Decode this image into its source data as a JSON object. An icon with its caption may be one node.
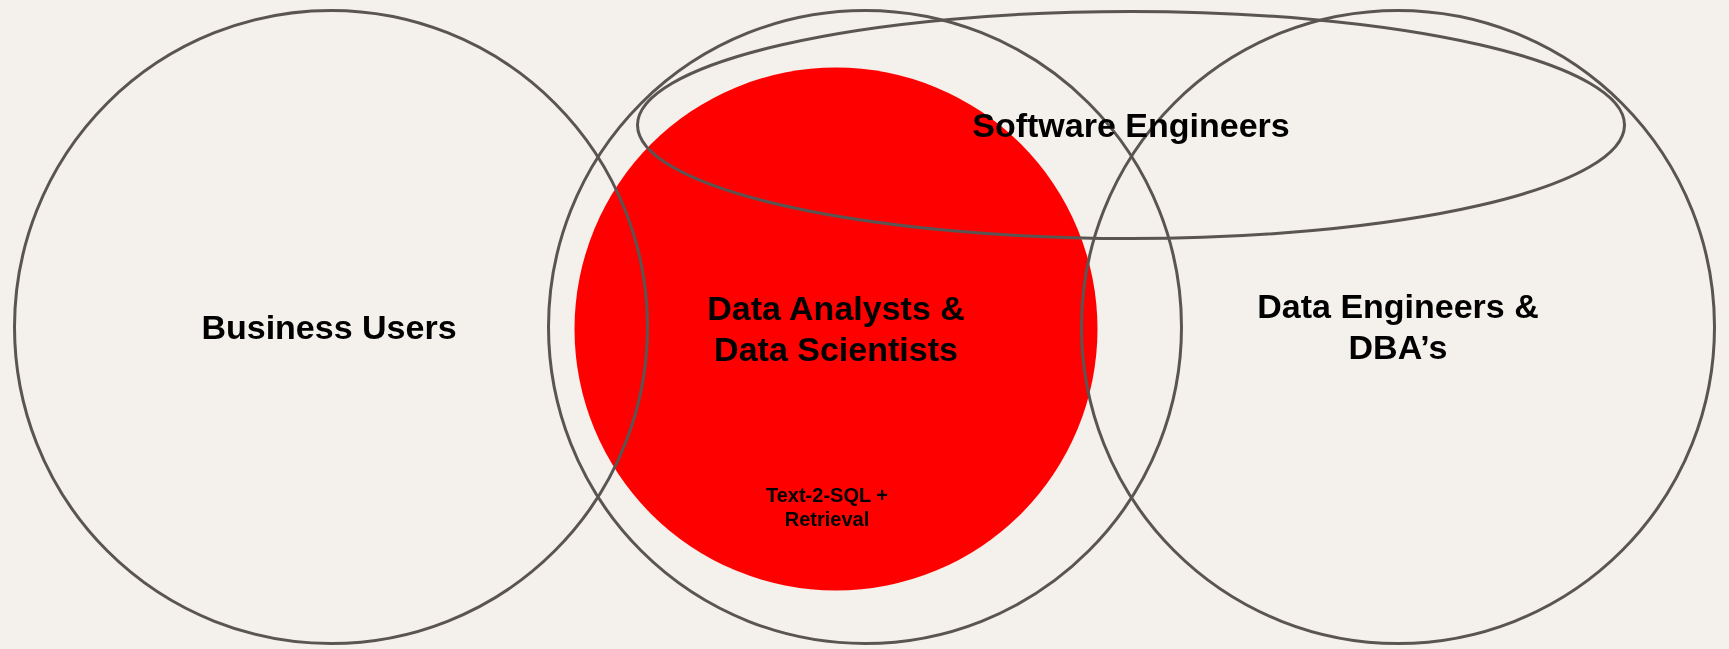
{
  "diagram": {
    "nodes": [
      {
        "text": [
          "Business Users"
        ]
      },
      {
        "text": [],
        "shape": "circle"
      },
      {
        "text": [
          "Data Analysts & Data Scientists",
          "Text-2-SQL + Retrieval"
        ],
        "in": 1
      },
      {
        "text": [
          "Software Engineers"
        ]
      },
      {
        "text": [
          "Data Engineers & DBA’s"
        ]
      }
    ]
  }
}
